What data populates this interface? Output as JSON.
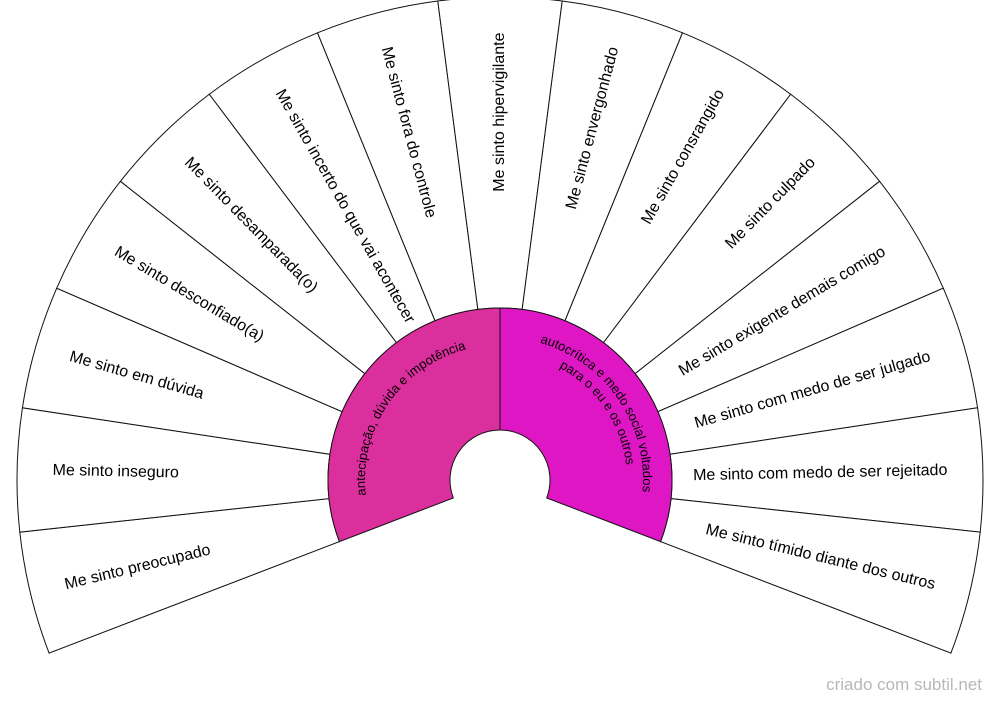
{
  "wheel": {
    "inner_groups": [
      {
        "label_lines": [
          "antecipação, dúvida e impotência"
        ],
        "color": "#dc2f9e"
      },
      {
        "label_lines": [
          "autocrítica e medo social voltados",
          "para o eu e os outros"
        ],
        "color": "#df16c4"
      }
    ],
    "outer_items": [
      "Me sinto preocupado",
      "Me sinto inseguro",
      "Me sinto em dúvida",
      "Me sinto desconfiado(a)",
      "Me sinto desamparada(o)",
      "Me sinto incerto do que vai acontecer",
      "Me sinto fora do controle",
      "Me sinto hipervigilante",
      "Me sinto envergonhado",
      "Me sinto consrangido",
      "Me sinto culpado",
      "Me sinto exigente demais comigo",
      "Me sinto com medo de ser julgado",
      "Me sinto com medo de ser rejeitado",
      "Me sinto tímido diante dos outros"
    ]
  },
  "credit": "criado com subtil.net"
}
